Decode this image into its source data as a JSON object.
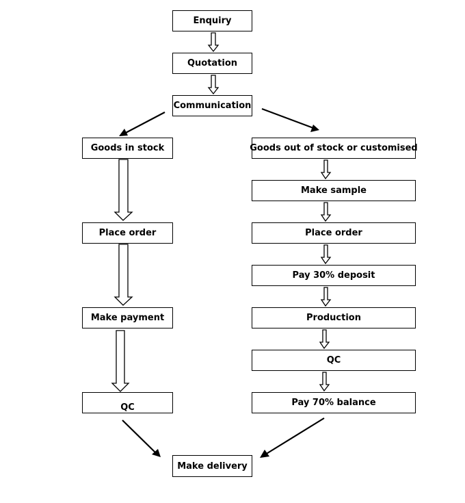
{
  "nodes": {
    "enquiry": "Enquiry",
    "quotation": "Quotation",
    "communication": "Communication",
    "goods_in_stock": "Goods in stock",
    "place_order_left": "Place order",
    "make_payment": "Make payment",
    "qc_left": "QC",
    "goods_out_of_stock": "Goods out of stock or customised",
    "make_sample": "Make sample",
    "place_order_right": "Place order",
    "pay_deposit": "Pay 30% deposit",
    "production": "Production",
    "qc_right": "QC",
    "pay_balance": "Pay 70% balance",
    "make_delivery": "Make delivery"
  },
  "colors": {
    "stroke": "#000000",
    "background": "#ffffff"
  }
}
